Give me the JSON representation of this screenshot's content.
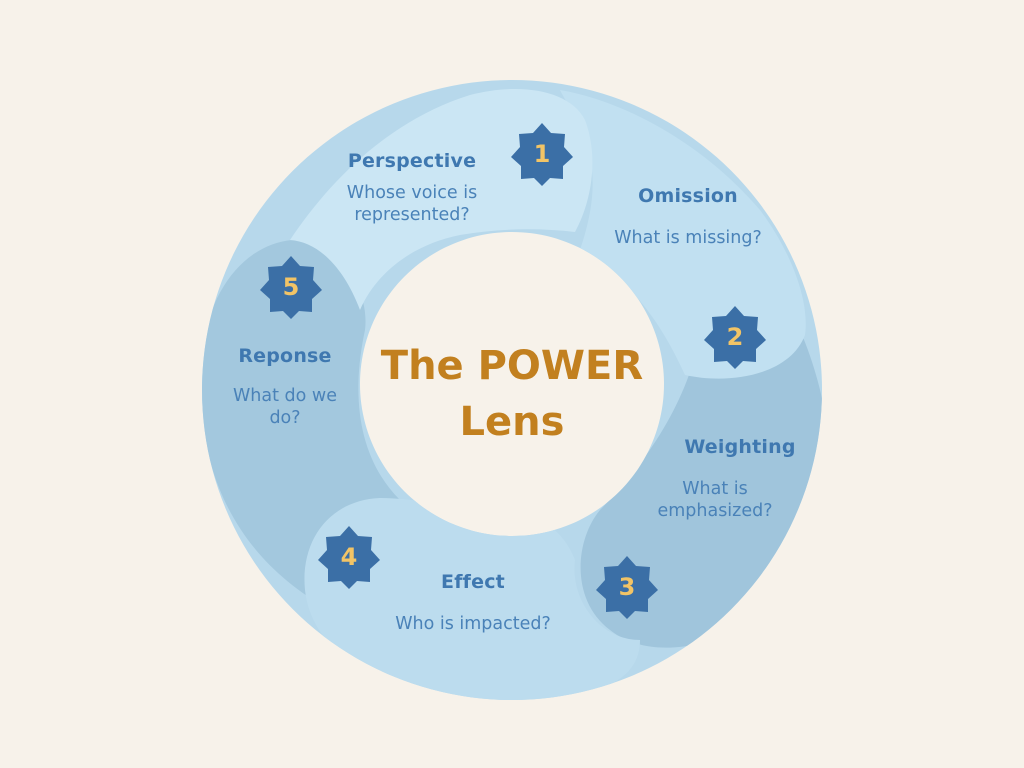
{
  "title": "The POWER Lens",
  "title_line1": "The POWER",
  "title_line2": "Lens",
  "steps": [
    {
      "number": "1",
      "title": "Perspective",
      "question": "Whose voice is represented?"
    },
    {
      "number": "2",
      "title": "Omission",
      "question": "What is missing?"
    },
    {
      "number": "3",
      "title": "Weighting",
      "question": "What is emphasized?"
    },
    {
      "number": "4",
      "title": "Effect",
      "question": "Who is impacted?"
    },
    {
      "number": "5",
      "title": "Reponse",
      "question": "What do we do?"
    }
  ],
  "colors": {
    "background": "#f7f2ea",
    "ring_light": "#c7e3f2",
    "ring_mid": "#b5d7ea",
    "ring_dark": "#9cc3da",
    "badge": "#3b6fa6",
    "badge_number": "#f2c466",
    "title": "#c2801f",
    "label": "#3f78b0"
  }
}
